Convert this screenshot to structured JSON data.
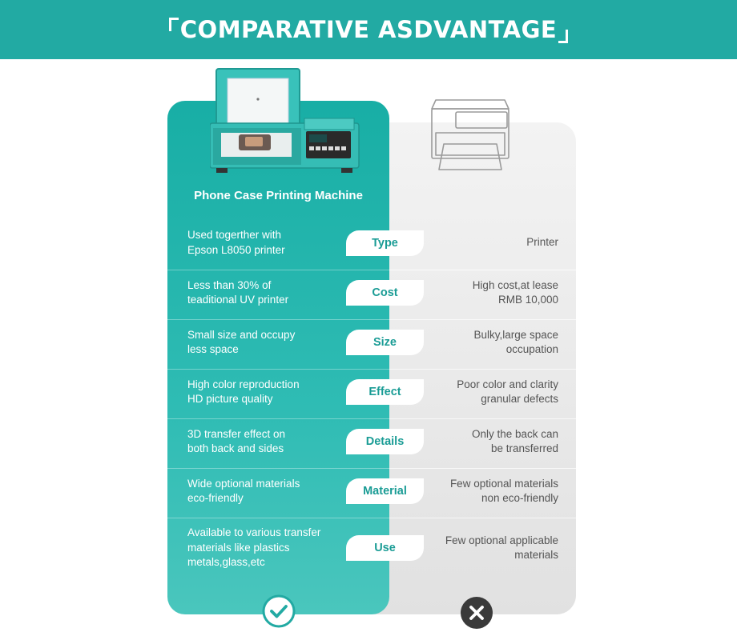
{
  "header": {
    "title": "COMPARATIVE ASDVANTAGE"
  },
  "product": {
    "name": "Phone Case Printing Machine"
  },
  "colors": {
    "accent": "#22aaa3",
    "pill_text": "#1a9c95",
    "neutral_text": "#555555"
  },
  "icons": {
    "left_badge": "check-icon",
    "right_badge": "cross-icon"
  },
  "rows": [
    {
      "label": "Type",
      "left": [
        "Used togerther with",
        "Epson L8050 printer"
      ],
      "right": [
        "Printer"
      ]
    },
    {
      "label": "Cost",
      "left": [
        "Less than 30% of",
        "teaditional UV printer"
      ],
      "right": [
        "High cost,at lease",
        "RMB 10,000"
      ]
    },
    {
      "label": "Size",
      "left": [
        "Small size and occupy",
        "less space"
      ],
      "right": [
        "Bulky,large space",
        "occupation"
      ]
    },
    {
      "label": "Effect",
      "left": [
        "High color reproduction",
        "HD picture quality"
      ],
      "right": [
        "Poor color and clarity",
        "granular defects"
      ]
    },
    {
      "label": "Details",
      "left": [
        "3D transfer effect on",
        "both back and sides"
      ],
      "right": [
        "Only the back can",
        "be transferred"
      ]
    },
    {
      "label": "Material",
      "left": [
        "Wide optional materials",
        "eco-friendly"
      ],
      "right": [
        "Few optional materials",
        "non eco-friendly"
      ]
    },
    {
      "label": "Use",
      "left": [
        "Available to various transfer",
        "materials like plastics",
        "metals,glass,etc"
      ],
      "right": [
        "Few optional applicable",
        "materials"
      ]
    }
  ]
}
